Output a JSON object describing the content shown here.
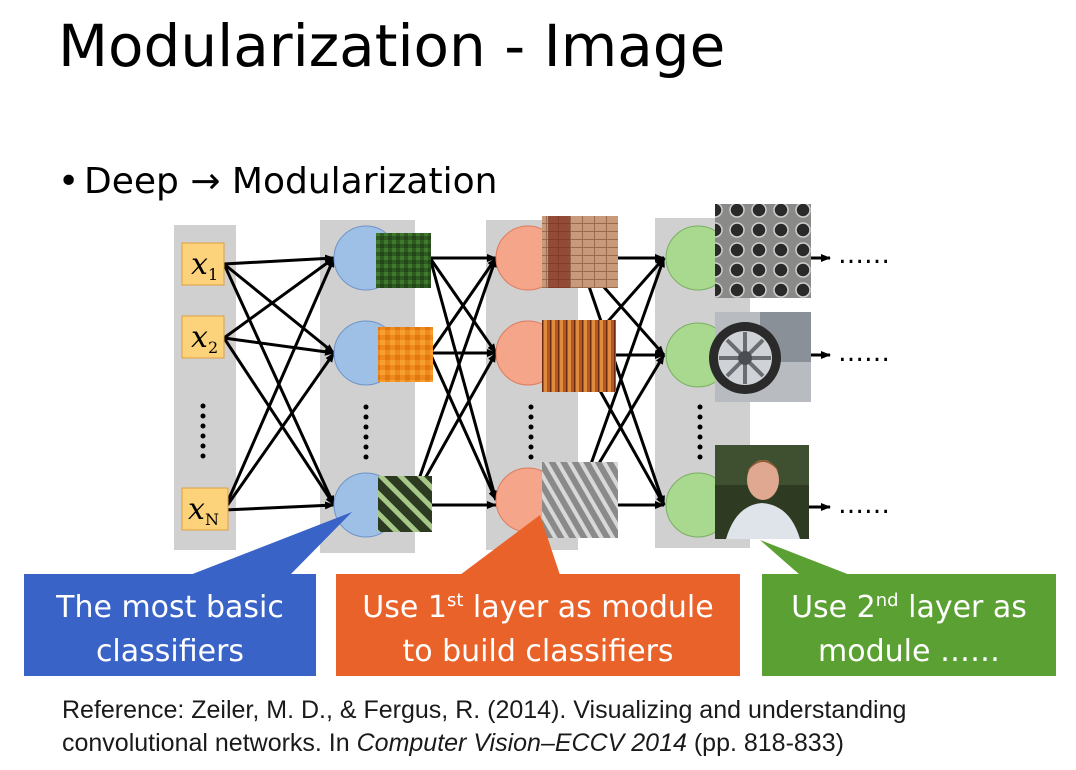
{
  "slide": {
    "title": "Modularization - Image",
    "bullet": "Deep → Modularization"
  },
  "inputs": {
    "x1": "x",
    "x1_sub": "1",
    "x2": "x",
    "x2_sub": "2",
    "xN": "x",
    "xN_sub": "N",
    "vdots": "⋮"
  },
  "outputs": {
    "top": "……",
    "mid": "……",
    "bot": "……"
  },
  "callouts": {
    "blue_line1": "The most basic",
    "blue_line2": "classifiers",
    "orange_pre": "Use 1",
    "orange_sup": "st",
    "orange_post": " layer as module",
    "orange_line2": "to build classifiers",
    "green_pre": "Use 2",
    "green_sup": "nd",
    "green_post": " layer as",
    "green_line2": "module ……"
  },
  "reference": {
    "line1": "Reference: Zeiler, M. D., & Fergus, R. (2014). Visualizing and understanding",
    "line2_pre": "convolutional networks. In ",
    "line2_italic": "Computer Vision–ECCV 2014",
    "line2_post": " (pp. 818-833)"
  },
  "colors": {
    "layer1": "#9ebfe6",
    "layer2": "#f4a58a",
    "layer3": "#a9d88f",
    "blue_callout": "#3a63c8",
    "orange_callout": "#e8622a",
    "green_callout": "#5aa032",
    "column_bg": "#d0d0d0",
    "input_box": "#fcd27a"
  }
}
